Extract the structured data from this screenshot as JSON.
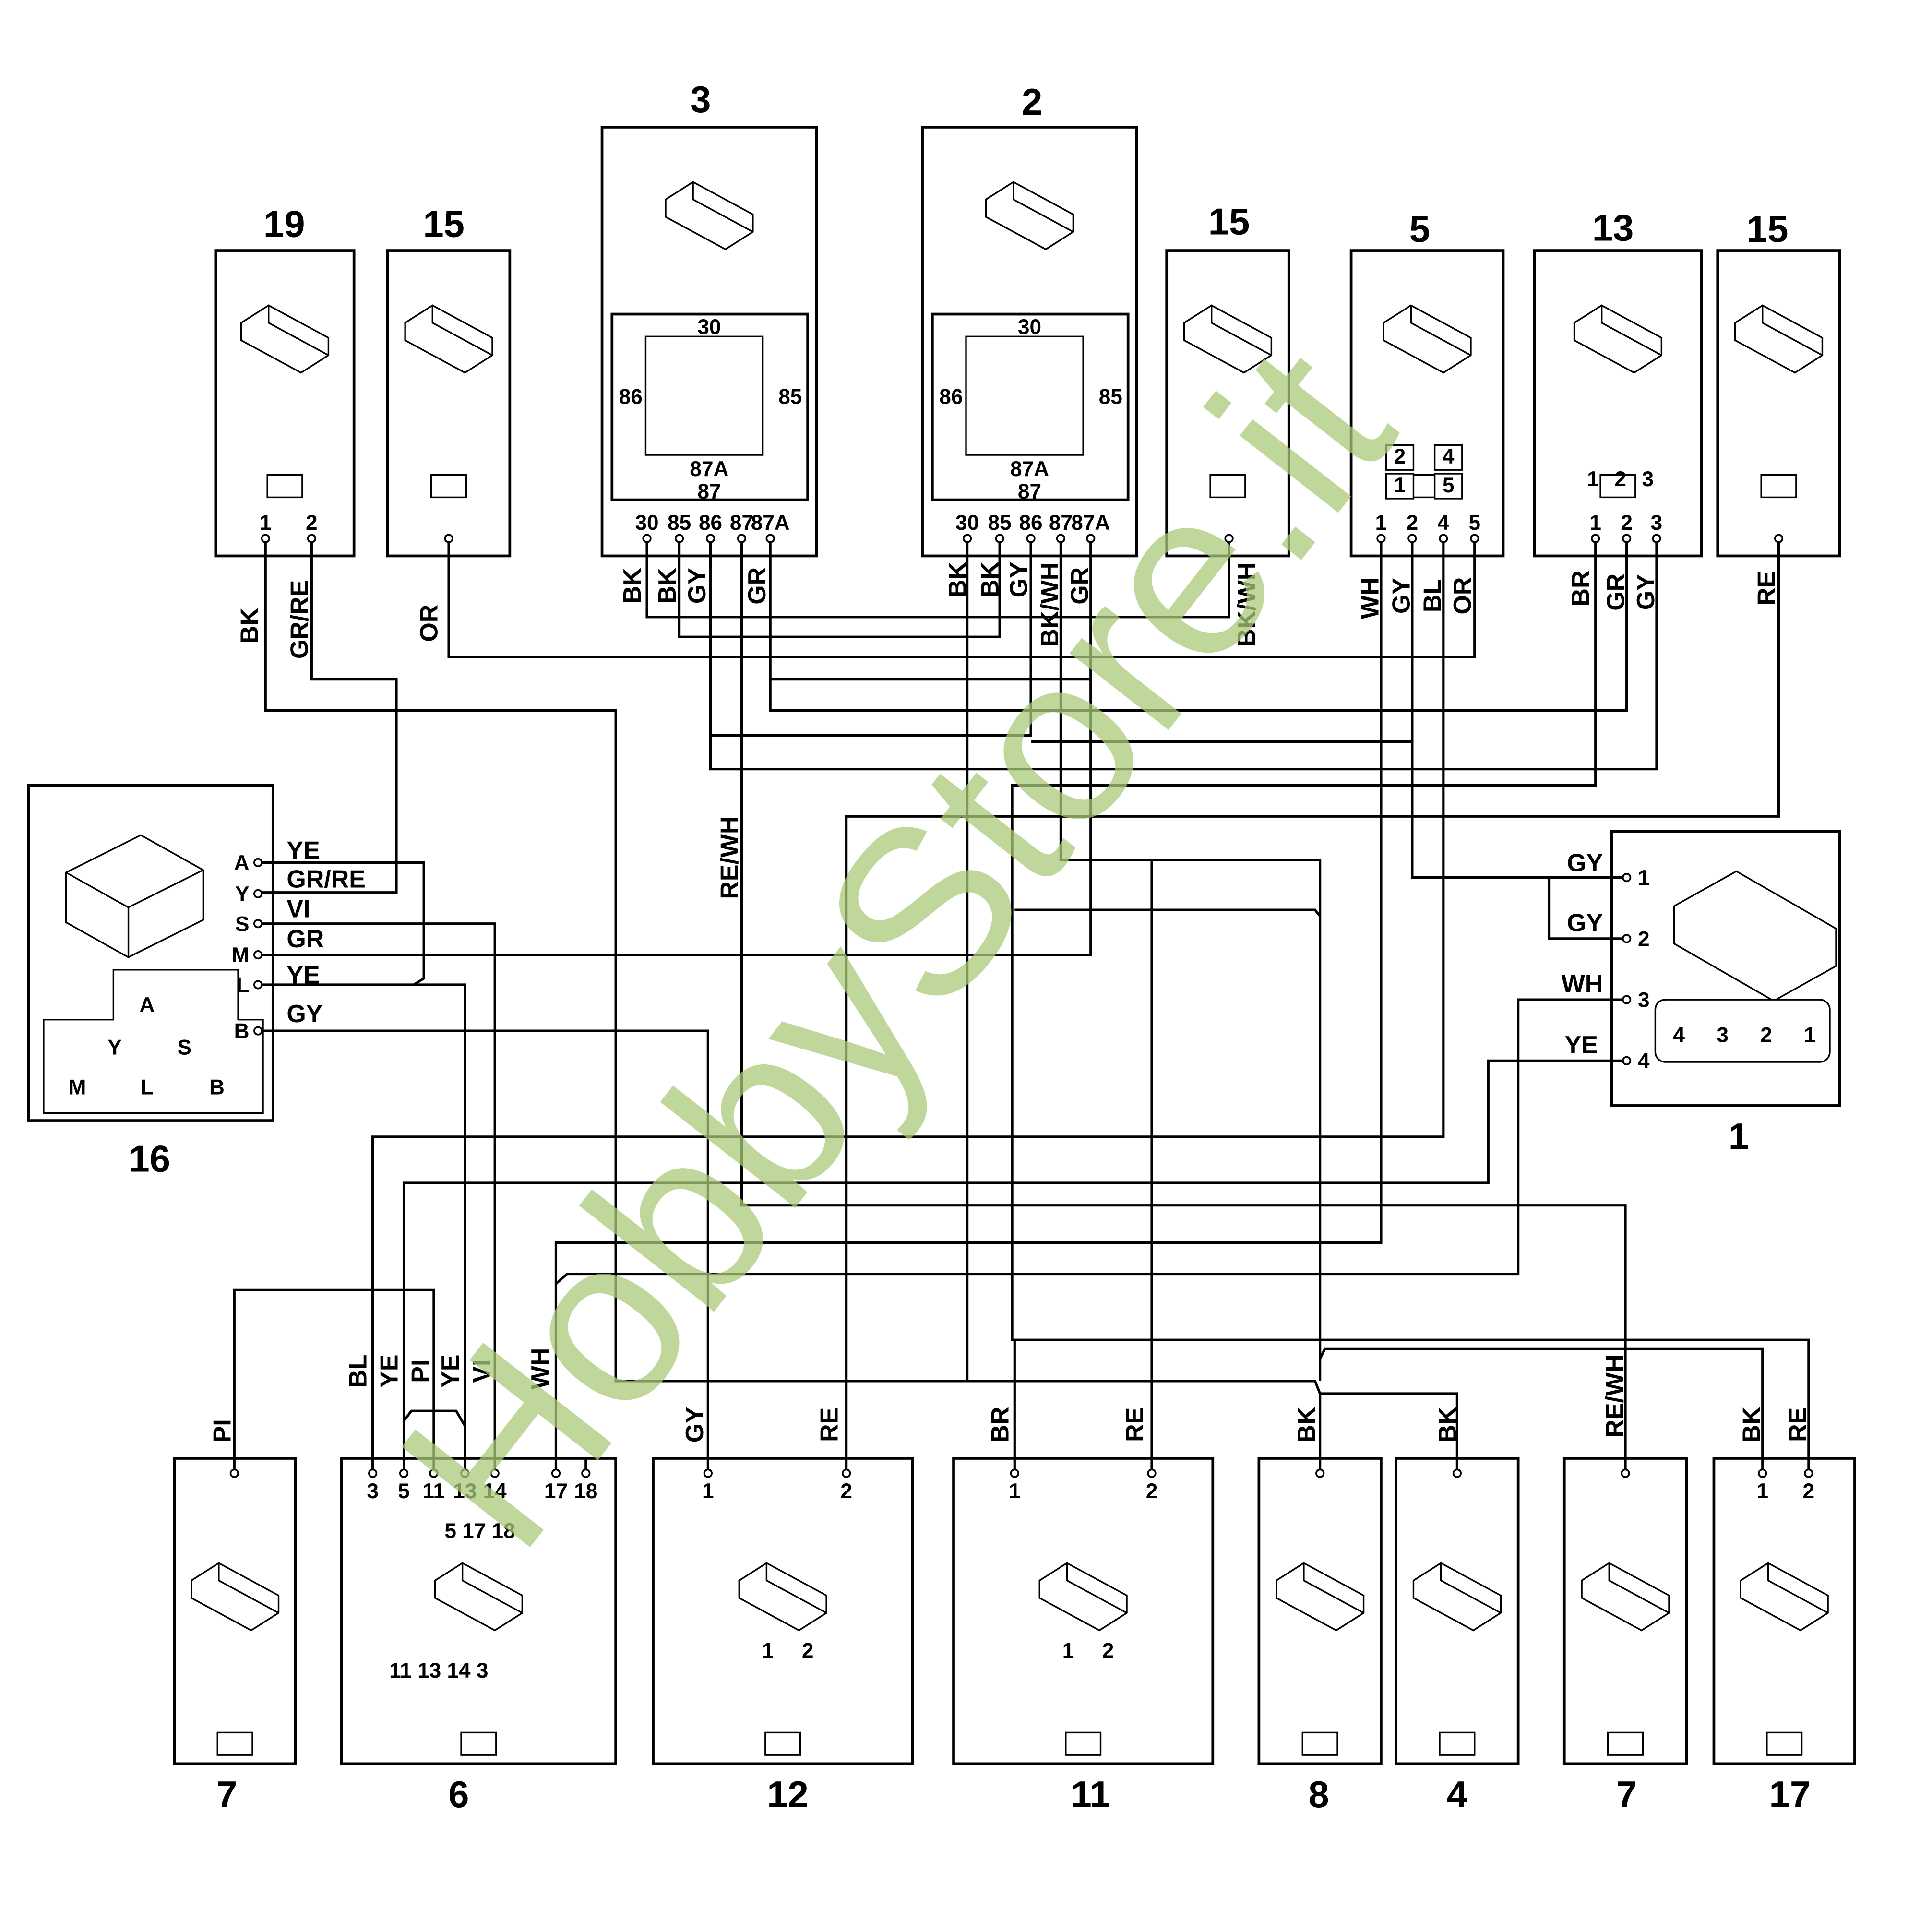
{
  "components": {
    "c19": {
      "id": "19",
      "pins": [
        "1",
        "2"
      ]
    },
    "c15a": {
      "id": "15",
      "pins": [
        ""
      ]
    },
    "c3": {
      "id": "3",
      "pins": [
        "30",
        "85",
        "86",
        "87",
        "87A"
      ],
      "relay": [
        "30",
        "86",
        "85",
        "87A",
        "87"
      ]
    },
    "c2": {
      "id": "2",
      "pins": [
        "30",
        "85",
        "86",
        "87",
        "87A"
      ],
      "relay": [
        "30",
        "86",
        "85",
        "87A",
        "87"
      ]
    },
    "c15b": {
      "id": "15",
      "pins": [
        ""
      ]
    },
    "c5": {
      "id": "5",
      "pins": [
        "1",
        "2",
        "4",
        "5"
      ],
      "face": [
        "2",
        "4",
        "1",
        "5"
      ]
    },
    "c13": {
      "id": "13",
      "pins": [
        "1",
        "2",
        "3"
      ],
      "face": [
        "1",
        "2",
        "3"
      ]
    },
    "c15c": {
      "id": "15",
      "pins": [
        ""
      ]
    },
    "c16": {
      "id": "16",
      "pins": [
        "A",
        "Y",
        "S",
        "M",
        "L",
        "B"
      ],
      "face": [
        "A",
        "Y",
        "S",
        "M",
        "L",
        "B"
      ]
    },
    "c1": {
      "id": "1",
      "pins": [
        "1",
        "2",
        "3",
        "4"
      ],
      "face": [
        "4",
        "3",
        "2",
        "1"
      ]
    },
    "c7a": {
      "id": "7",
      "pins": [
        ""
      ]
    },
    "c6": {
      "id": "6",
      "pins": [
        "3",
        "5",
        "11",
        "13",
        "14",
        "17",
        "18"
      ],
      "face_top": "5  17 18",
      "face_bottom": "11 13 14  3"
    },
    "c12": {
      "id": "12",
      "pins": [
        "1",
        "2"
      ],
      "face": [
        "1",
        "2"
      ]
    },
    "c11": {
      "id": "11",
      "pins": [
        "1",
        "2"
      ],
      "face": [
        "1",
        "2"
      ]
    },
    "c8": {
      "id": "8",
      "pins": [
        ""
      ]
    },
    "c4": {
      "id": "4",
      "pins": [
        ""
      ]
    },
    "c7b": {
      "id": "7",
      "pins": [
        ""
      ]
    },
    "c17": {
      "id": "17",
      "pins": [
        "1",
        "2"
      ]
    }
  },
  "wire_labels": {
    "top": [
      "BK",
      "GR/RE",
      "OR",
      "BK",
      "BK",
      "GY",
      "GR",
      "BK",
      "BK",
      "GY",
      "BK/WH",
      "GR",
      "BK/WH",
      "WH",
      "GY",
      "BL",
      "OR",
      "BR",
      "GR",
      "GY",
      "RE"
    ],
    "mid": [
      "RE/WH"
    ],
    "c16": [
      "YE",
      "GR/RE",
      "VI",
      "GR",
      "YE",
      "GY"
    ],
    "c1": [
      "GY",
      "GY",
      "WH",
      "YE"
    ],
    "bottom": [
      "PI",
      "BL",
      "YE",
      "PI",
      "YE",
      "VI",
      "WH",
      "GY",
      "RE",
      "BR",
      "RE",
      "BK",
      "BK",
      "RE/WH",
      "BK",
      "RE"
    ]
  },
  "watermark": "HobbyStore.it",
  "colors": {
    "line": "#000000",
    "watermark": "#a9c97a"
  }
}
